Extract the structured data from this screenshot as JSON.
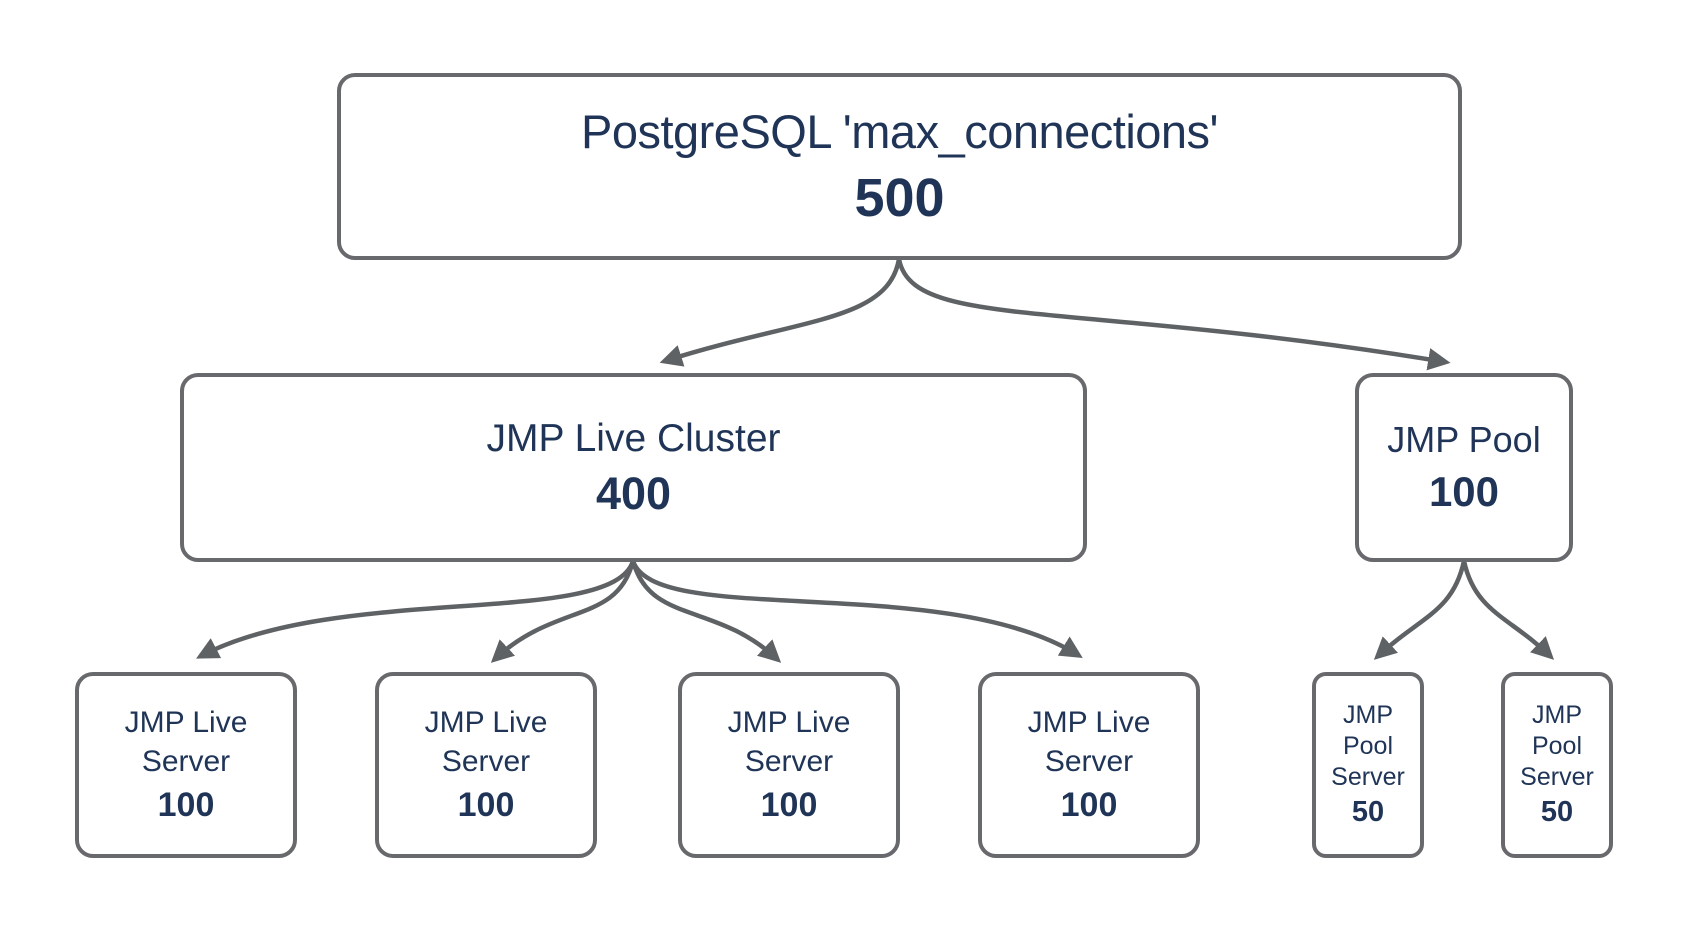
{
  "colors": {
    "background": "#ffffff",
    "text": "#1f3456",
    "border": "#67696c",
    "arrow": "#5f6265"
  },
  "nodes": {
    "root": {
      "label": "PostgreSQL 'max_connections'",
      "value": "500"
    },
    "cluster": {
      "label": "JMP Live Cluster",
      "value": "400"
    },
    "pool": {
      "label": "JMP Pool",
      "value": "100"
    },
    "live_servers": [
      {
        "label": "JMP Live Server",
        "value": "100"
      },
      {
        "label": "JMP Live Server",
        "value": "100"
      },
      {
        "label": "JMP Live Server",
        "value": "100"
      },
      {
        "label": "JMP Live Server",
        "value": "100"
      }
    ],
    "pool_servers": [
      {
        "label": "JMP Pool Server",
        "value": "50"
      },
      {
        "label": "JMP Pool Server",
        "value": "50"
      }
    ]
  }
}
